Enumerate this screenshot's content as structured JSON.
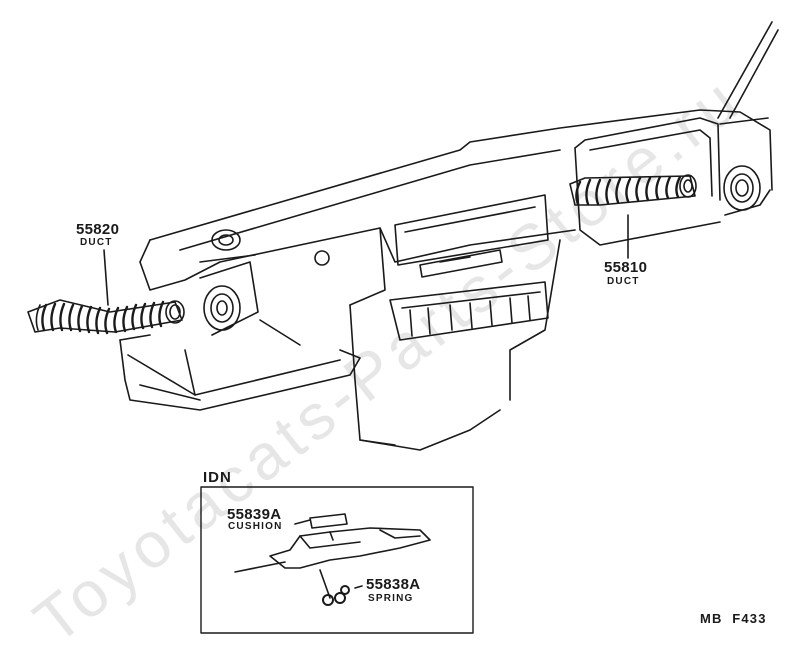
{
  "watermark": "Toyotacats-Parts-Store.ru",
  "parts": [
    {
      "number": "55820",
      "name": "DUCT"
    },
    {
      "number": "55810",
      "name": "DUCT"
    }
  ],
  "inset": {
    "title": "IDN",
    "parts": [
      {
        "number": "55839A",
        "name": "CUSHION"
      },
      {
        "number": "55838A",
        "name": "SPRING"
      }
    ]
  },
  "diagram_code": "MB  F433"
}
